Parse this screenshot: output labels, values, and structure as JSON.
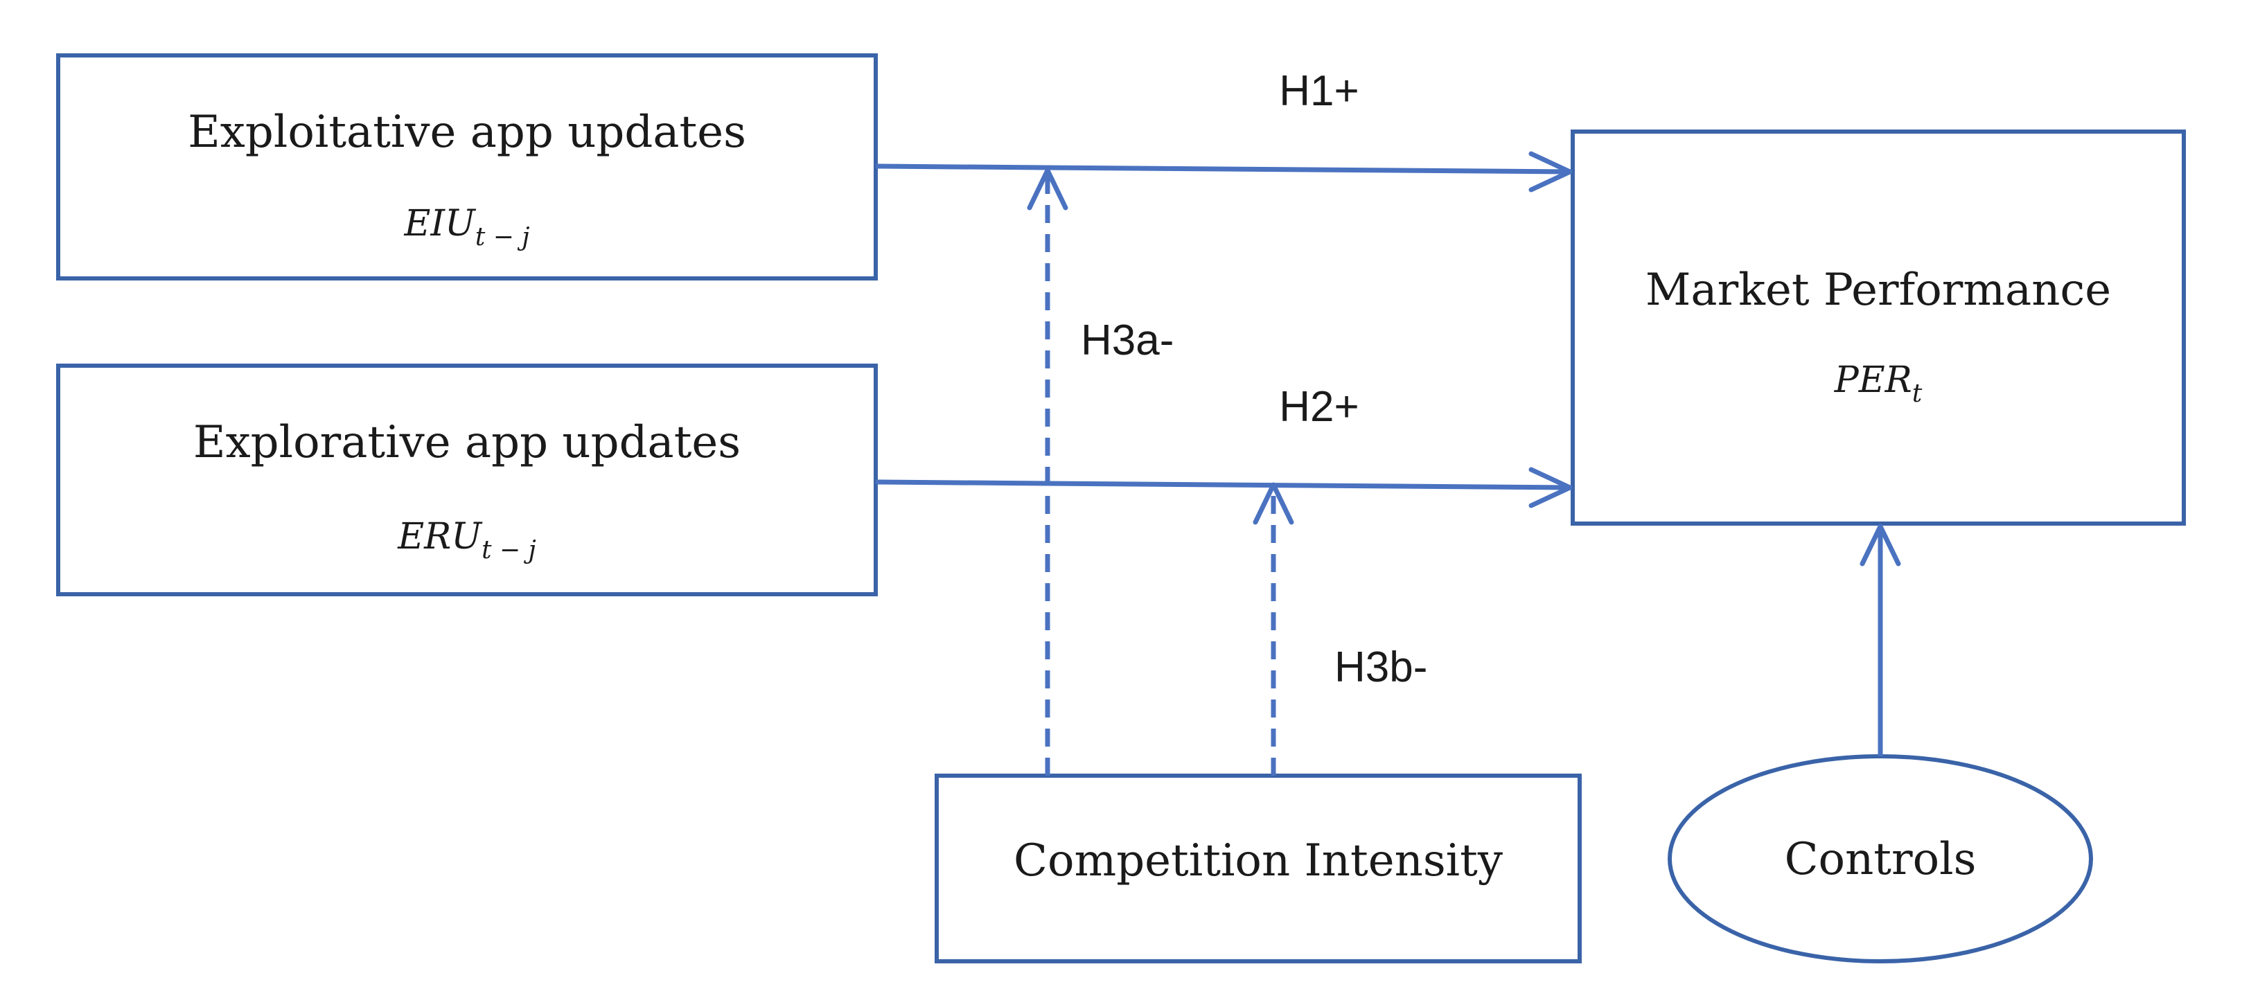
{
  "nodes": {
    "exploitative": {
      "title": "Exploitative app updates",
      "variable": "EIU",
      "subscript": "t − j"
    },
    "explorative": {
      "title": "Explorative app updates",
      "variable": "ERU",
      "subscript": "t − j"
    },
    "market_performance": {
      "title": "Market Performance",
      "variable": "PER",
      "subscript": "t"
    },
    "competition_intensity": {
      "title": "Competition Intensity"
    },
    "controls": {
      "title": "Controls"
    }
  },
  "hypotheses": {
    "h1": "H1+",
    "h2": "H2+",
    "h3a": "H3a-",
    "h3b": "H3b-"
  },
  "colors": {
    "box_stroke": "#3a63a8",
    "arrow": "#4a72c0",
    "text": "#1a1a1a"
  }
}
